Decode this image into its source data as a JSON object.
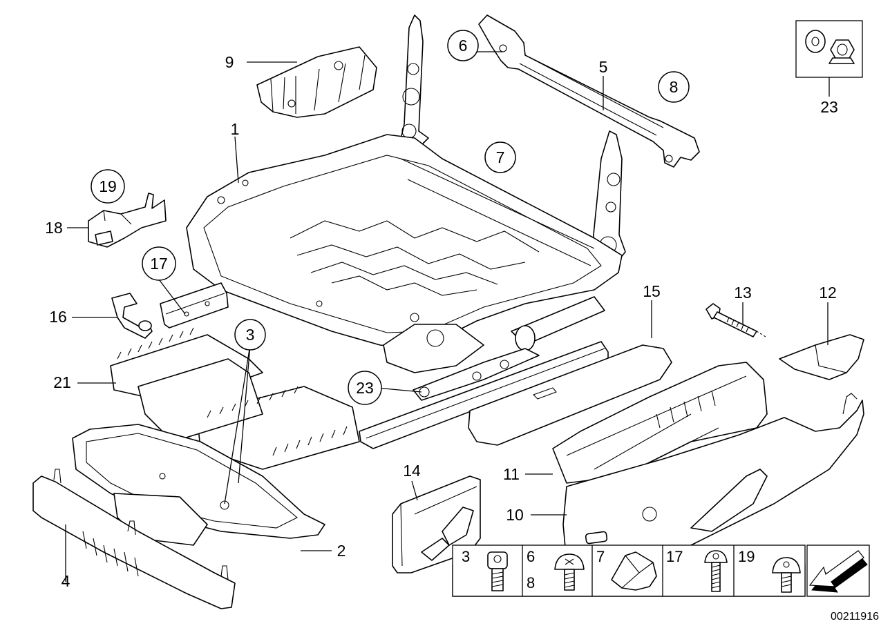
{
  "callouts": {
    "c1": "1",
    "c2": "2",
    "c3": "3",
    "c4": "4",
    "c5": "5",
    "c6": "6",
    "c7": "7",
    "c8": "8",
    "c9": "9",
    "c10": "10",
    "c11": "11",
    "c12": "12",
    "c13": "13",
    "c14": "14",
    "c15": "15",
    "c16": "16",
    "c17": "17",
    "c18": "18",
    "c19": "19",
    "c21": "21",
    "c23_top": "23",
    "c23_mid": "23"
  },
  "hardware_table": {
    "cells": [
      {
        "labels": [
          "3"
        ],
        "icon": "torx-bolt-icon"
      },
      {
        "labels": [
          "6",
          "8"
        ],
        "icon": "cross-head-screw-icon"
      },
      {
        "labels": [
          "7"
        ],
        "icon": "spring-clip-icon"
      },
      {
        "labels": [
          "17"
        ],
        "icon": "long-torx-screw-icon"
      },
      {
        "labels": [
          "19"
        ],
        "icon": "round-head-screw-icon"
      }
    ],
    "direction_icon": "arrow-down-left-icon"
  },
  "reference_number": "00211916"
}
